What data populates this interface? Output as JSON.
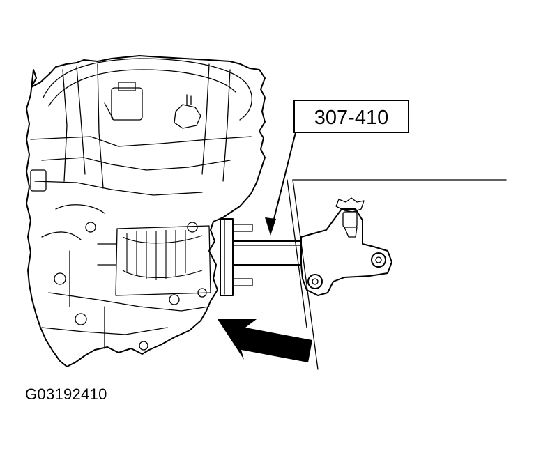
{
  "callout": {
    "label": "307-410"
  },
  "figure": {
    "id": "G03192410"
  },
  "icons": {
    "transmission": "transmission-case-illustration",
    "tool": "special-tool-illustration",
    "arrow": "direction-arrow-icon"
  }
}
